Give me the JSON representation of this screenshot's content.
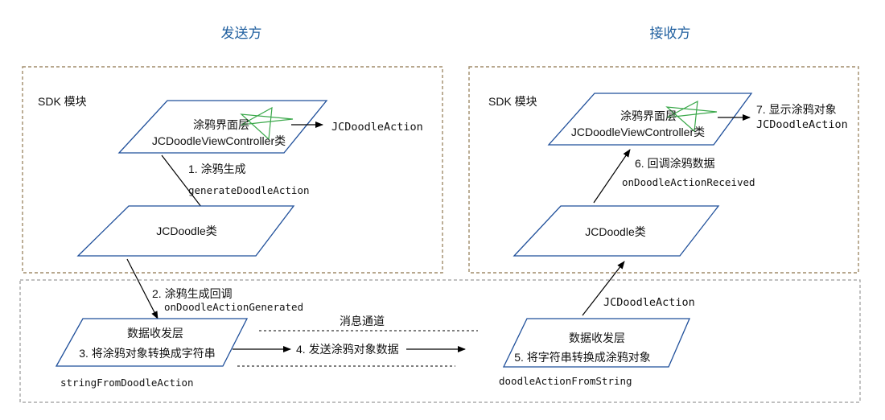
{
  "sender": {
    "title": "发送方",
    "module_label": "SDK 模块",
    "ui_layer": {
      "line1": "涂鸦界面层",
      "line2": "JCDoodleViewController类"
    },
    "action_output": "JCDoodleAction",
    "step1": {
      "label": "1. 涂鸦生成",
      "method": "generateDoodleAction"
    },
    "doodle_class": "JCDoodle类",
    "step2": {
      "label": "2. 涂鸦生成回调",
      "method": "onDoodleActionGenerated"
    },
    "data_layer": {
      "line1": "数据收发层",
      "line2": "3. 将涂鸦对象转换成字符串"
    },
    "convert_method": "stringFromDoodleAction"
  },
  "channel": {
    "title": "消息通道",
    "step4": "4. 发送涂鸦对象数据"
  },
  "receiver": {
    "title": "接收方",
    "module_label": "SDK 模块",
    "ui_layer": {
      "line1": "涂鸦界面层",
      "line2": "JCDoodleViewController类"
    },
    "step7": {
      "label": "7. 显示涂鸦对象",
      "object": "JCDoodleAction"
    },
    "step6": {
      "label": "6. 回调涂鸦数据",
      "method": "onDoodleActionReceived"
    },
    "doodle_class": "JCDoodle类",
    "action_label": "JCDoodleAction",
    "data_layer": {
      "line1": "数据收发层",
      "line2": "5. 将字符串转换成涂鸦对象"
    },
    "convert_method": "doodleActionFromString"
  },
  "colors": {
    "title": "#1f5f9f",
    "plane_stroke": "#1f4f9a",
    "region_border": "#a08c6a",
    "channel_border": "#9a9a9a",
    "star": "#3aa84a"
  }
}
